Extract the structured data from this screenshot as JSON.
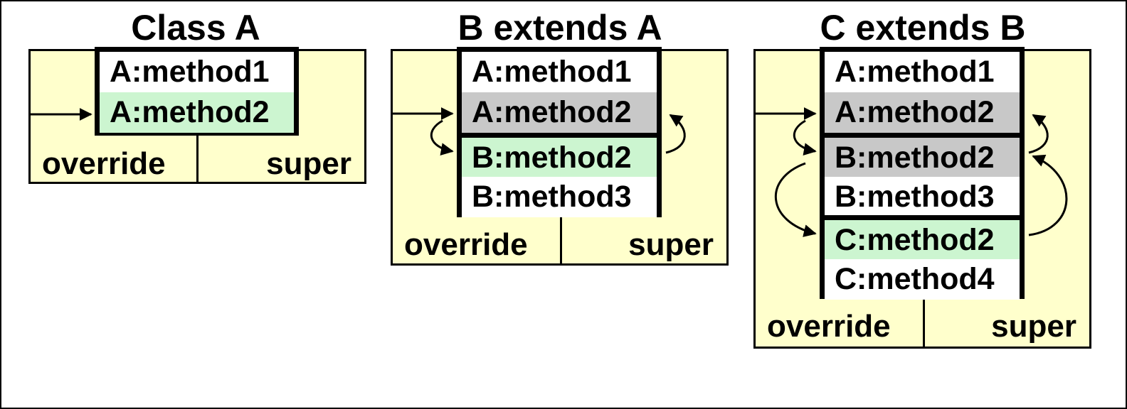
{
  "colors": {
    "panel": "#ffffcc",
    "current_method": "#ccf5d0",
    "overridden_method": "#c8c8c8",
    "plain_method": "#ffffff",
    "outline": "#000000"
  },
  "panels": [
    {
      "title": "Class A",
      "methods": [
        {
          "label": "A:method1",
          "state": "plain"
        },
        {
          "label": "A:method2",
          "state": "current"
        }
      ],
      "override_label": "override",
      "super_label": "super"
    },
    {
      "title": "B extends A",
      "methods": [
        {
          "label": "A:method1",
          "state": "plain"
        },
        {
          "label": "A:method2",
          "state": "overridden"
        },
        {
          "label": "B:method2",
          "state": "current"
        },
        {
          "label": "B:method3",
          "state": "plain"
        }
      ],
      "override_label": "override",
      "super_label": "super"
    },
    {
      "title": "C extends B",
      "methods": [
        {
          "label": "A:method1",
          "state": "plain"
        },
        {
          "label": "A:method2",
          "state": "overridden"
        },
        {
          "label": "B:method2",
          "state": "overridden"
        },
        {
          "label": "B:method3",
          "state": "plain"
        },
        {
          "label": "C:method2",
          "state": "current"
        },
        {
          "label": "C:method4",
          "state": "plain"
        }
      ],
      "override_label": "override",
      "super_label": "super"
    }
  ]
}
